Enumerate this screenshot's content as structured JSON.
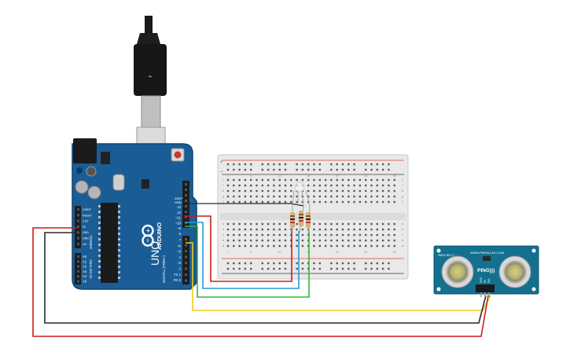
{
  "arduino": {
    "brand": "ARDUINO",
    "model": "UNO",
    "aref": "AREF",
    "gnd": "GND",
    "digital_title": "DIGITAL (PWM~)",
    "digital_pins": [
      "13",
      "12",
      "~11",
      "~10",
      "~9",
      "8",
      "7",
      "~6",
      "~5",
      "4",
      "~3",
      "2",
      "TX 1",
      "RX 0"
    ],
    "power_title": "POWER",
    "power_pins": [
      "IOREF",
      "RESET",
      "3.3V",
      "5V",
      "GND",
      "GND",
      "Vin"
    ],
    "analog_title": "ANALOG IN",
    "analog_pins": [
      "A0",
      "A1",
      "A2",
      "A3",
      "A4",
      "A5"
    ],
    "reset_label": "RESET",
    "icon": "infinity-logo"
  },
  "breadboard": {
    "col_numbers": [
      "1",
      "5",
      "10",
      "15",
      "20",
      "25",
      "30"
    ],
    "row_letters_top": [
      "j",
      "i",
      "h",
      "g",
      "f"
    ],
    "row_letters_bottom": [
      "e",
      "d",
      "c",
      "b",
      "a"
    ],
    "plus": "+",
    "minus": "−"
  },
  "sensor": {
    "model": "PING)))",
    "site": "WWW.PARALLAX.COM",
    "rev": "28015 REV C",
    "pin_labels": [
      "GND",
      "5V",
      "SIG"
    ]
  },
  "colors": {
    "board": "#1a5d96",
    "wire_red": "#d11b1b",
    "wire_black": "#2a2a2a",
    "wire_blue": "#2a9ad6",
    "wire_green": "#38b23a",
    "wire_yellow": "#f2cc1c",
    "breadboard": "#e9e9e9",
    "sensor": "#13708f"
  }
}
